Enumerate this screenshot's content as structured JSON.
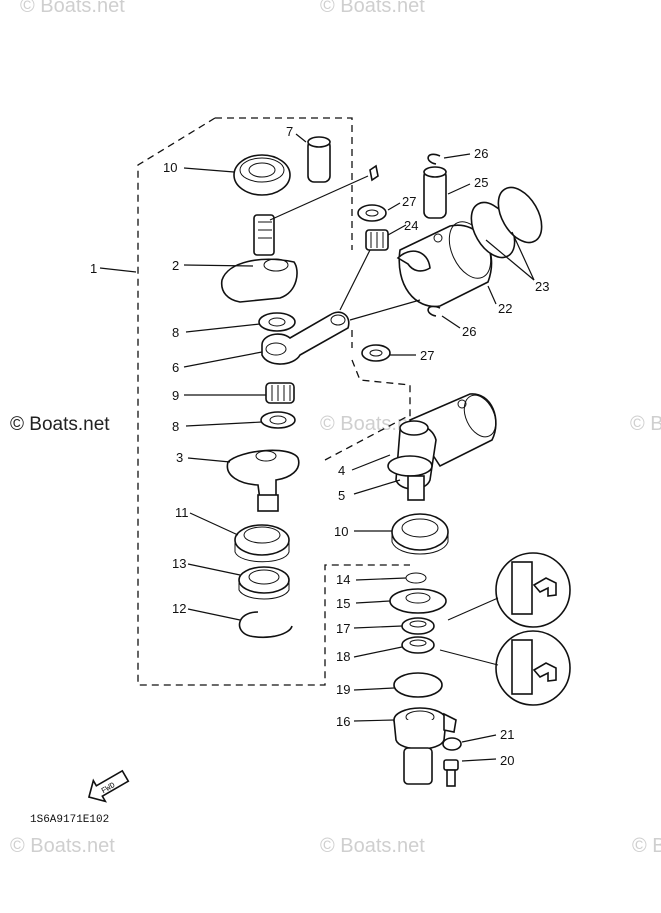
{
  "watermarks": [
    "© Boats.net",
    "© Boats.net",
    "© Boats.net",
    "© Boats.net",
    "© Boats.net",
    "© Boats.net",
    "© Boats.net",
    "© Boats.net"
  ],
  "drawing_code": "1S6A9171E102",
  "fwd_label": "FWD",
  "callouts": [
    "1",
    "2",
    "3",
    "4",
    "5",
    "6",
    "7",
    "8",
    "8",
    "9",
    "10",
    "10",
    "11",
    "12",
    "13",
    "14",
    "15",
    "16",
    "17",
    "18",
    "19",
    "20",
    "21",
    "22",
    "23",
    "24",
    "25",
    "26",
    "26",
    "27",
    "27"
  ]
}
